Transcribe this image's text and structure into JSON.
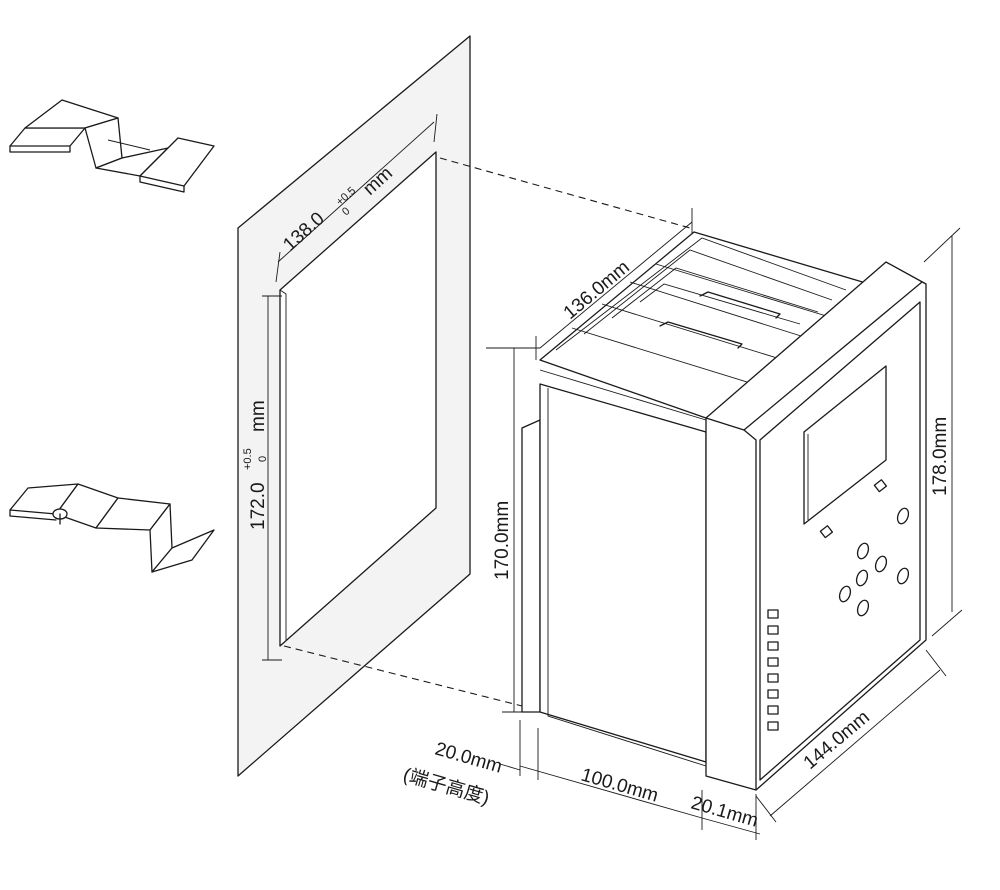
{
  "dimensions": {
    "cutout_width": "138.0",
    "cutout_width_unit": "mm",
    "cutout_height": "172.0",
    "cutout_height_unit": "mm",
    "tol_upper": "+0.5",
    "tol_lower": "0",
    "body_width": "136.0mm",
    "body_height": "170.0mm",
    "front_height": "178.0mm",
    "front_width": "144.0mm",
    "depth": "100.0mm",
    "front_depth": "20.1mm",
    "terminal_height": "20.0mm",
    "terminal_note": "(端子高度)"
  },
  "colors": {
    "line": "#1a1a1a",
    "panel_fill": "#f3f3f3",
    "background": "#ffffff"
  }
}
